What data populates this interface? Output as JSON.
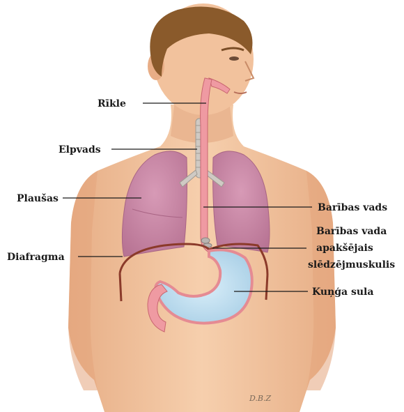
{
  "labels": {
    "pharynx": "Rīkle",
    "trachea": "Elpvads",
    "lungs": "Plaušas",
    "diaphragm": "Diafragma",
    "esophagus": "Barības vads",
    "les_line1": "Barības vada",
    "les_line2": "apakšējais",
    "les_line3": "slēdzējmuskulis",
    "gastric_juice": "Kuņģa sula"
  },
  "signature": "D.B.Z",
  "colors": {
    "skin": "#f2c6a1",
    "skin_shadow": "#e0a57e",
    "hair": "#8a5a2b",
    "lung": "#c98aa6",
    "esophagus": "#ef9aa2",
    "stomach_juice": "#bfe0f2",
    "diaphragm": "#8b3a2a",
    "trachea": "#c9c4bf"
  }
}
